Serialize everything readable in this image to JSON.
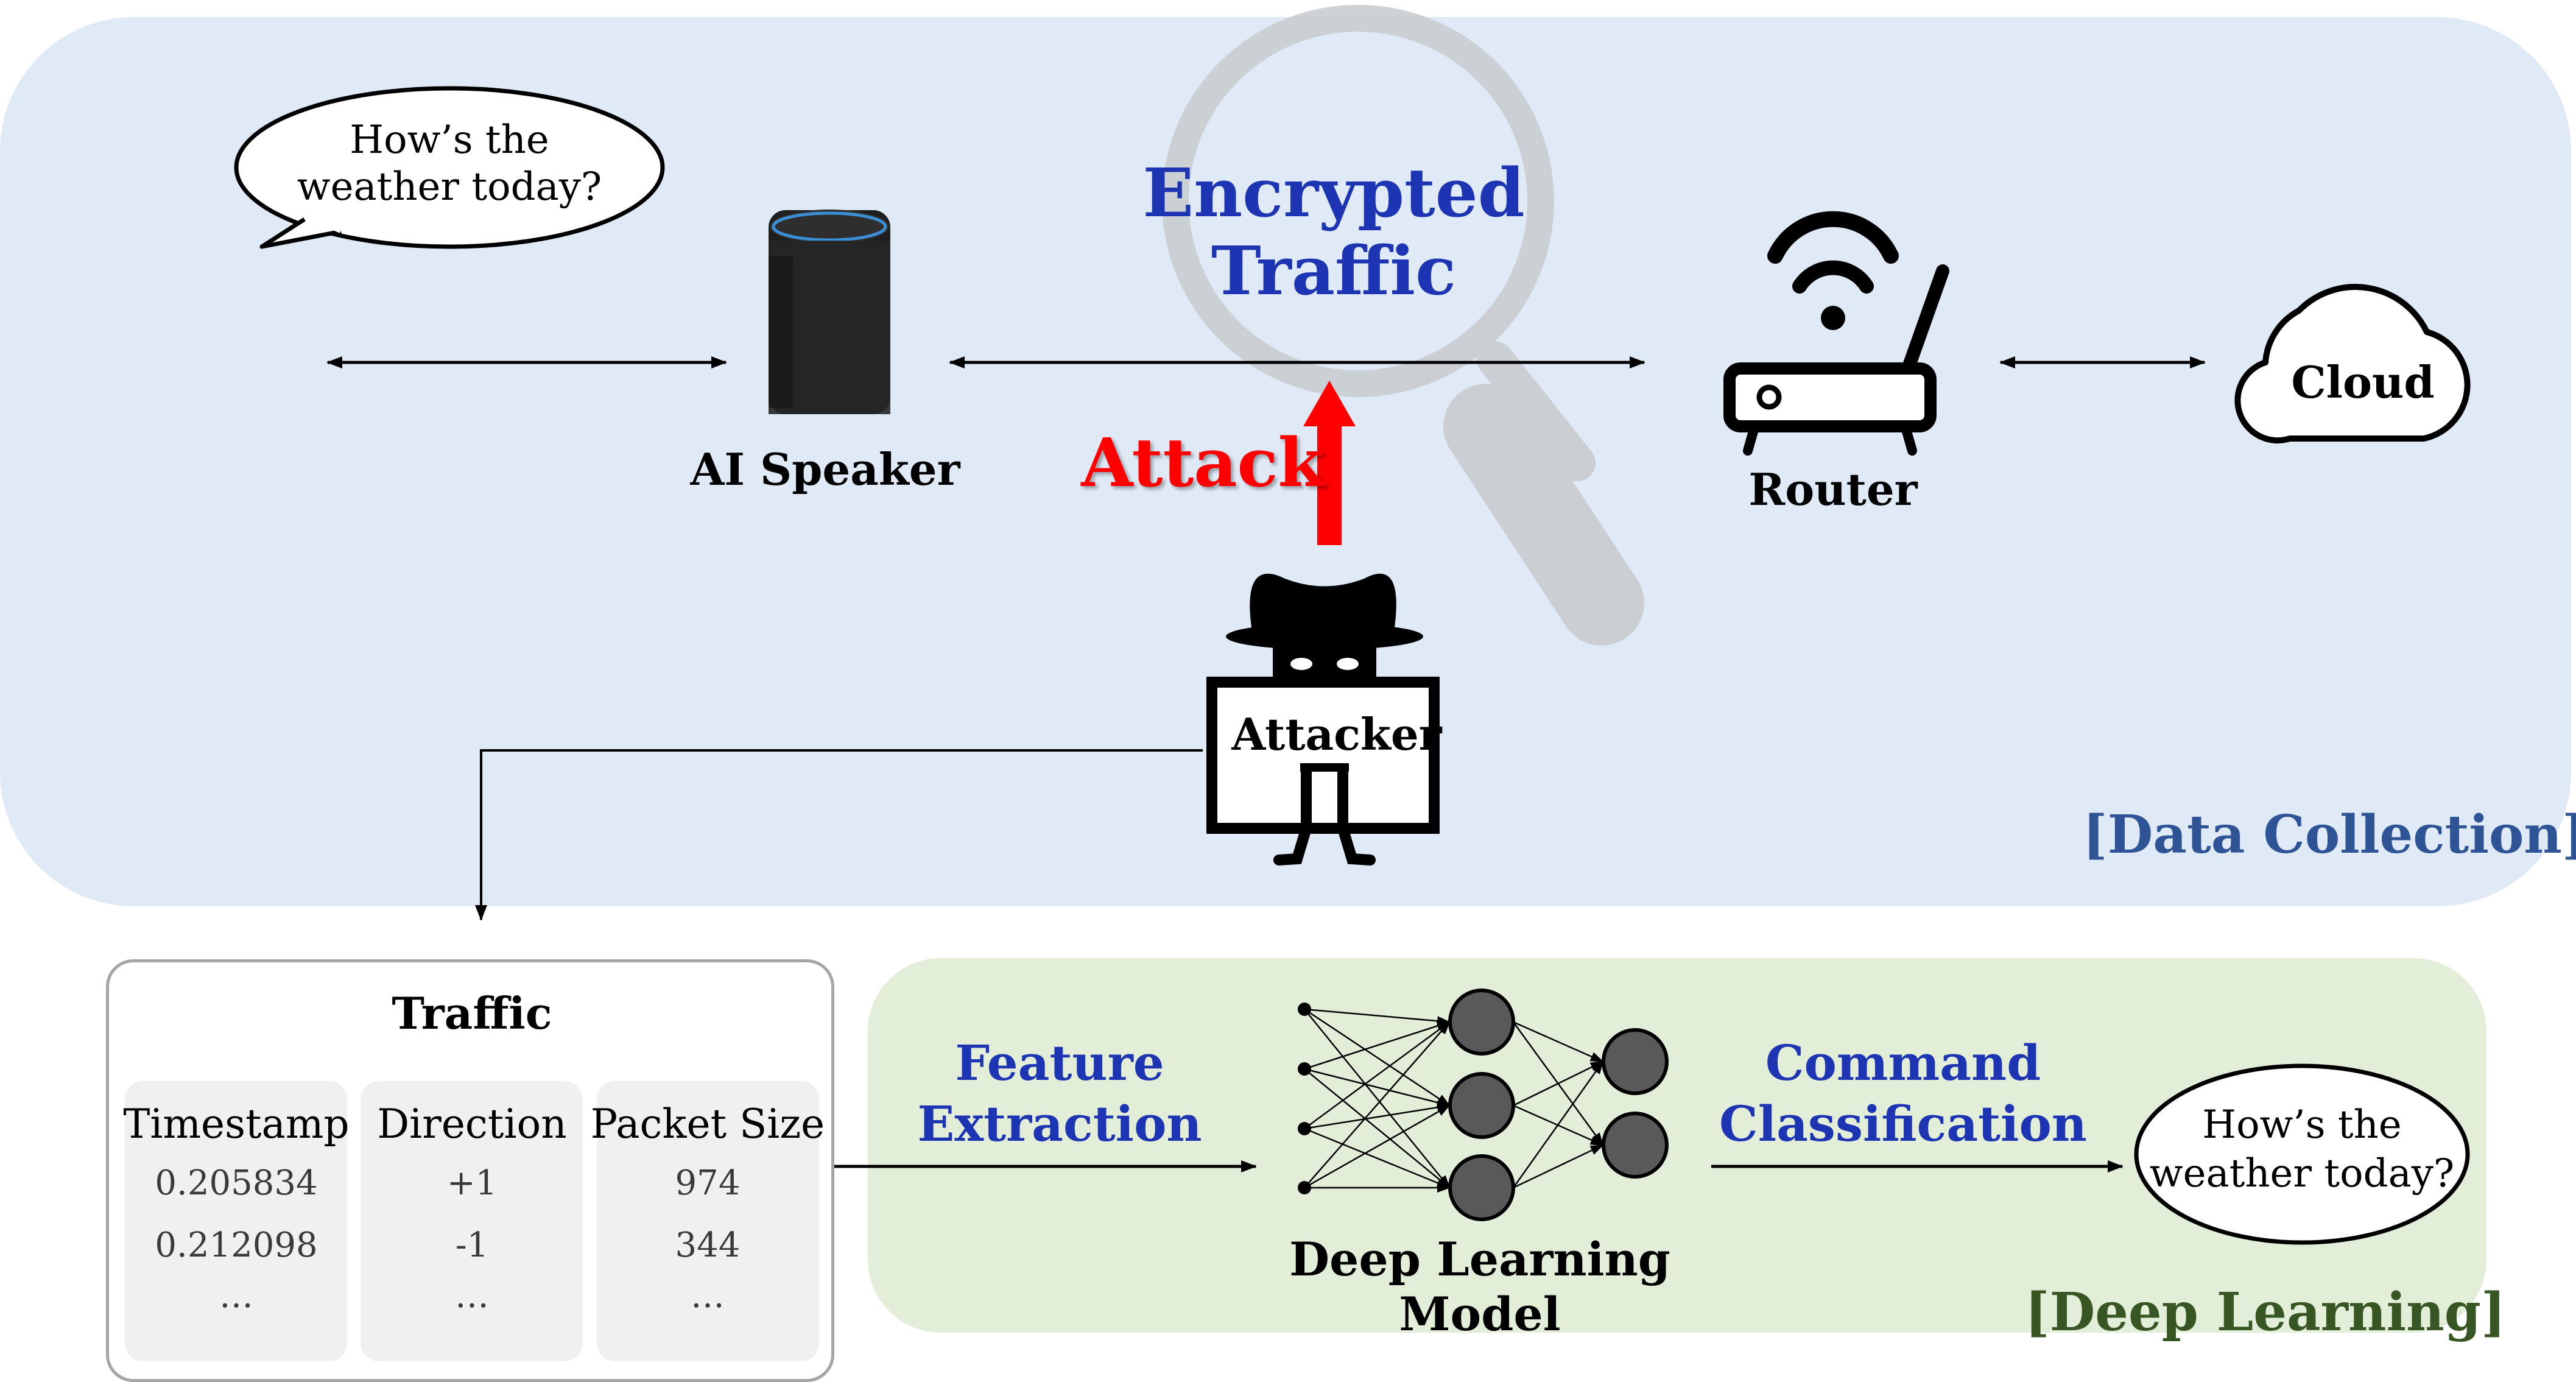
{
  "data_collection": {
    "speech_bubble": {
      "line1": "How’s the",
      "line2": "weather today?"
    },
    "ai_speaker_label": "AI Speaker",
    "encrypted_traffic": {
      "line1": "Encrypted",
      "line2": "Traffic"
    },
    "attack_label": "Attack",
    "router_label": "Router",
    "cloud_label": "Cloud",
    "attacker_label": "Attacker",
    "section_tag": "[Data Collection]"
  },
  "traffic_table": {
    "title": "Traffic",
    "columns": [
      {
        "header": "Timestamp",
        "values": [
          "0.205834",
          "0.212098",
          "…"
        ]
      },
      {
        "header": "Direction",
        "values": [
          "+1",
          "-1",
          "…"
        ]
      },
      {
        "header": "Packet Size",
        "values": [
          "974",
          "344",
          "…"
        ]
      }
    ]
  },
  "deep_learning": {
    "feature_extraction": {
      "line1": "Feature",
      "line2": "Extraction"
    },
    "model_label": {
      "line1": "Deep Learning",
      "line2": "Model"
    },
    "command_classification": {
      "line1": "Command",
      "line2": "Classification"
    },
    "output_bubble": {
      "line1": "How’s the",
      "line2": "weather today?"
    },
    "section_tag": "[Deep Learning]"
  },
  "colors": {
    "data_collection_bg": "#dfeaf6",
    "deep_learning_bg": "#e3eed9",
    "title_blue": "#1e35b3",
    "attack_red": "#ff0000",
    "tag_blue": "#2f5496",
    "tag_green": "#375623"
  }
}
